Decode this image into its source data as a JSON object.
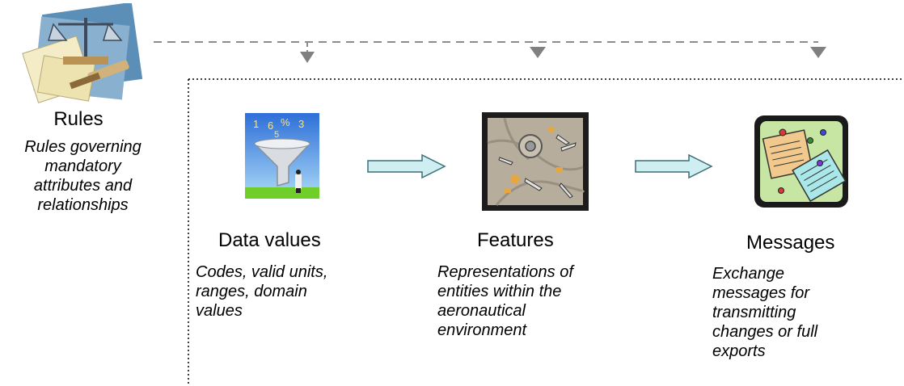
{
  "rules": {
    "title": "Rules",
    "description_lines": [
      "Rules governing",
      "mandatory",
      "attributes and",
      "relationships"
    ],
    "icon": "scales-of-justice-icon"
  },
  "data_values": {
    "title": "Data values",
    "description_lines": [
      "Codes, valid units,",
      "ranges, domain",
      "values"
    ],
    "icon": "funnel-numbers-icon"
  },
  "features": {
    "title": "Features",
    "description_lines": [
      "Representations of",
      "entities within the",
      "aeronautical",
      "environment"
    ],
    "icon": "airport-map-icon"
  },
  "messages": {
    "title": "Messages",
    "description_lines": [
      "Exchange",
      "messages for",
      "transmitting",
      "changes or full",
      "exports"
    ],
    "icon": "pinned-notes-icon"
  },
  "colors": {
    "flow_arrow_fill": "#cfeef2",
    "flow_arrow_stroke": "#3c6e78",
    "dashed_line": "#8c8c8c",
    "dotted_border": "#000000"
  }
}
